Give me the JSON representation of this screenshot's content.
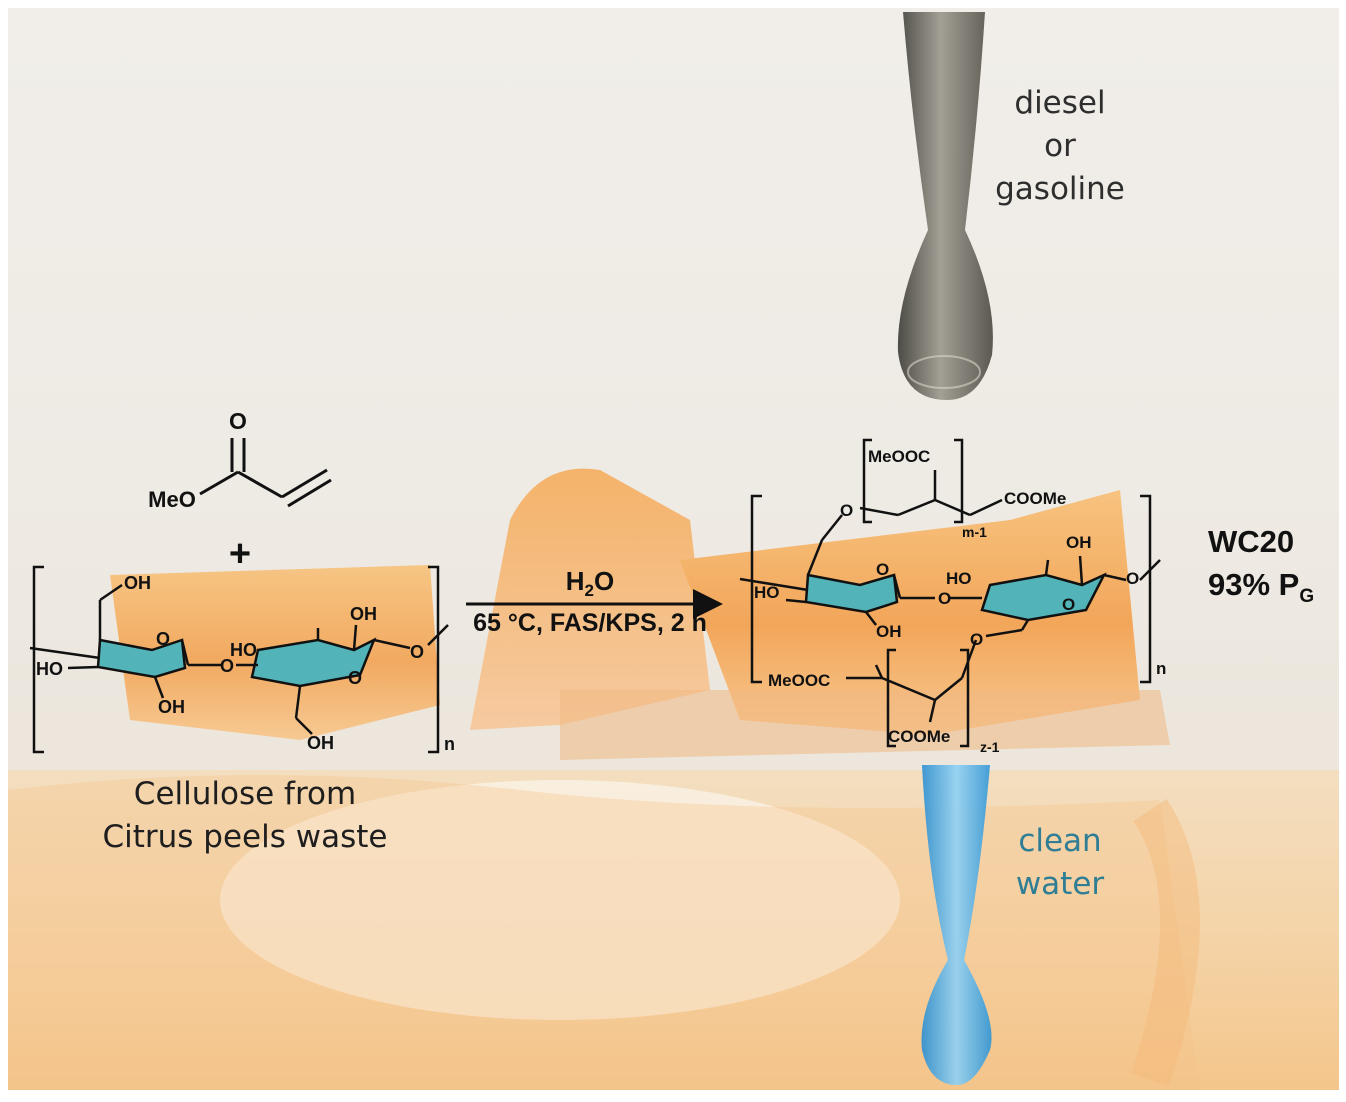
{
  "colors": {
    "ring_fill": "#52b4b8",
    "water_label": "#2f7e95",
    "orange_peel": "#f2a75b"
  },
  "icons": [
    "oil-drop-icon",
    "water-drop-icon",
    "orange-peel-image"
  ],
  "oil_label": [
    "diesel",
    "or",
    "gasoline"
  ],
  "water_label": [
    "clean",
    "water"
  ],
  "monomer": {
    "carbonyl_o": "O",
    "meo": "MeO"
  },
  "plus_sign": "+",
  "cellulose": {
    "labels": {
      "oh_6": "OH",
      "ring_o1": "O",
      "ho_left": "HO",
      "oh_2": "OH",
      "bridge_o": "O",
      "ho_3": "HO",
      "oh_right": "OH",
      "ring_o2": "O",
      "oh_6b": "OH",
      "end_o": "O",
      "n": "n"
    },
    "caption": [
      "Cellulose from",
      "Citrus peels waste"
    ]
  },
  "reaction": {
    "solvent_main": "H",
    "solvent_sub": "2",
    "solvent_tail": "O",
    "conditions": "65 °C, FAS/KPS, 2 h"
  },
  "product": {
    "labels": {
      "meooc_top": "MeOOC",
      "cooMe_top": "COOMe",
      "m": "m-1",
      "o_graft": "O",
      "ring_o1": "O",
      "ho_left": "HO",
      "oh_2": "OH",
      "bridge_o": "O",
      "ho_3": "HO",
      "oh_right": "OH",
      "ring_o2": "O",
      "end_o": "O",
      "o_graft2": "O",
      "meooc_bottom": "MeOOC",
      "cooMe_bottom": "COOMe",
      "z": "z-1",
      "n": "n"
    },
    "name": "WC20",
    "yield_main": "93% P",
    "yield_sub": "G"
  }
}
